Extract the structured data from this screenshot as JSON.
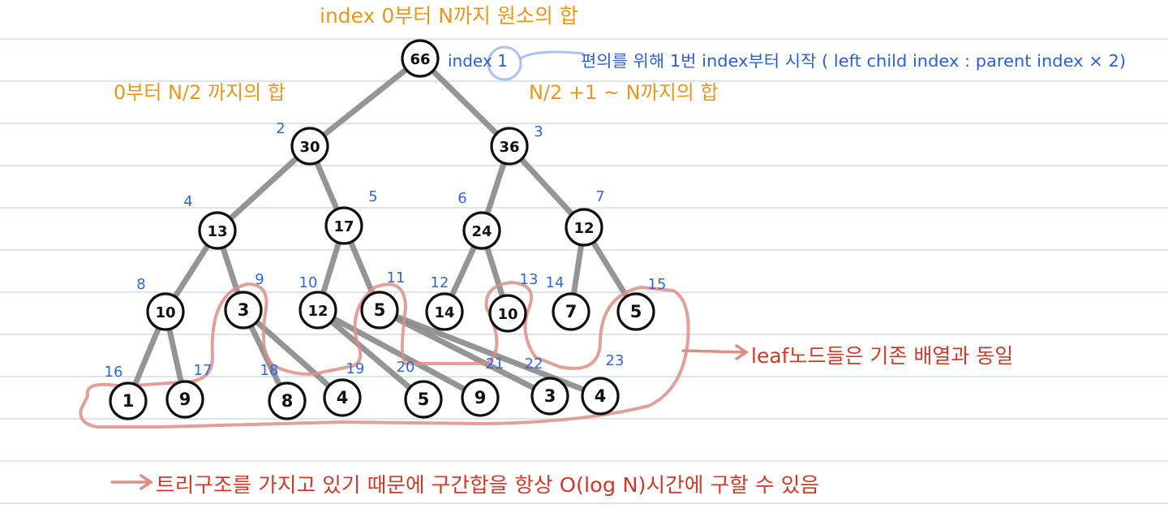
{
  "colors": {
    "ruled_line": "#c8d3e6",
    "edge": "#8a8a8a",
    "node_stroke": "#111111",
    "index_text": "#2f68d9",
    "note_orange": "#e7981c",
    "note_blue": "#2b5fd6",
    "note_red": "#d0392a",
    "highlight": "#dd8f86",
    "index_circle": "#a9c4ef"
  },
  "tree": {
    "nodes": [
      {
        "index": "1",
        "value": "66"
      },
      {
        "index": "2",
        "value": "30"
      },
      {
        "index": "3",
        "value": "36"
      },
      {
        "index": "4",
        "value": "13"
      },
      {
        "index": "5",
        "value": "17"
      },
      {
        "index": "6",
        "value": "24"
      },
      {
        "index": "7",
        "value": "12"
      },
      {
        "index": "8",
        "value": "10"
      },
      {
        "index": "9",
        "value": "3"
      },
      {
        "index": "10",
        "value": "12"
      },
      {
        "index": "11",
        "value": "5"
      },
      {
        "index": "12",
        "value": "14"
      },
      {
        "index": "13",
        "value": "10"
      },
      {
        "index": "14",
        "value": "7"
      },
      {
        "index": "15",
        "value": "5"
      },
      {
        "index": "16",
        "value": "1"
      },
      {
        "index": "17",
        "value": "9"
      },
      {
        "index": "18",
        "value": "8"
      },
      {
        "index": "19",
        "value": "4"
      },
      {
        "index": "20",
        "value": "5"
      },
      {
        "index": "21",
        "value": "9"
      },
      {
        "index": "22",
        "value": "3"
      },
      {
        "index": "23",
        "value": "4"
      }
    ]
  },
  "notes": {
    "root_sum": "index 0부터 N까지 원소의 합",
    "left_sum": "0부터 N/2 까지의 합",
    "right_sum": "N/2 +1 ~ N까지의 합",
    "root_index": "index 1",
    "index_note": "편의를 위해 1번 index부터 시작 ( left child index : parent index × 2)",
    "leaf_note": "leaf노드들은 기존 배열과 동일",
    "bottom_note": "트리구조를 가지고 있기 때문에 구간합을 항상 O(log N)시간에 구할 수 있음"
  }
}
